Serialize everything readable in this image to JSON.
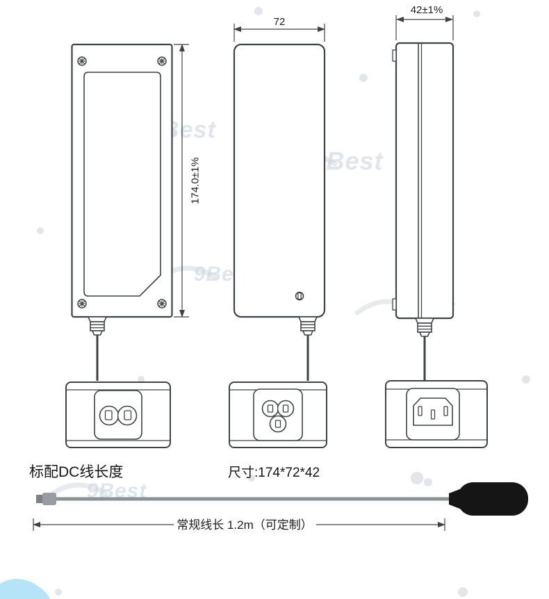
{
  "drawing": {
    "dimensions": {
      "height": "174.0±1%",
      "width": "72",
      "depth": "42±1%"
    },
    "captions": {
      "dc_length_title": "标配DC线长度",
      "size_label": "尺寸:174*72*42",
      "cable_length_label": "常规线长 1.2m（可定制）"
    },
    "watermark": {
      "text": "9Best"
    },
    "colors": {
      "line": "#3f4245",
      "text": "#1d1d1f",
      "watermark": "#ccd6de",
      "cable_gray": "#8d9194",
      "plug_black": "#151515",
      "decor_blue": "#b5e3f7"
    }
  }
}
